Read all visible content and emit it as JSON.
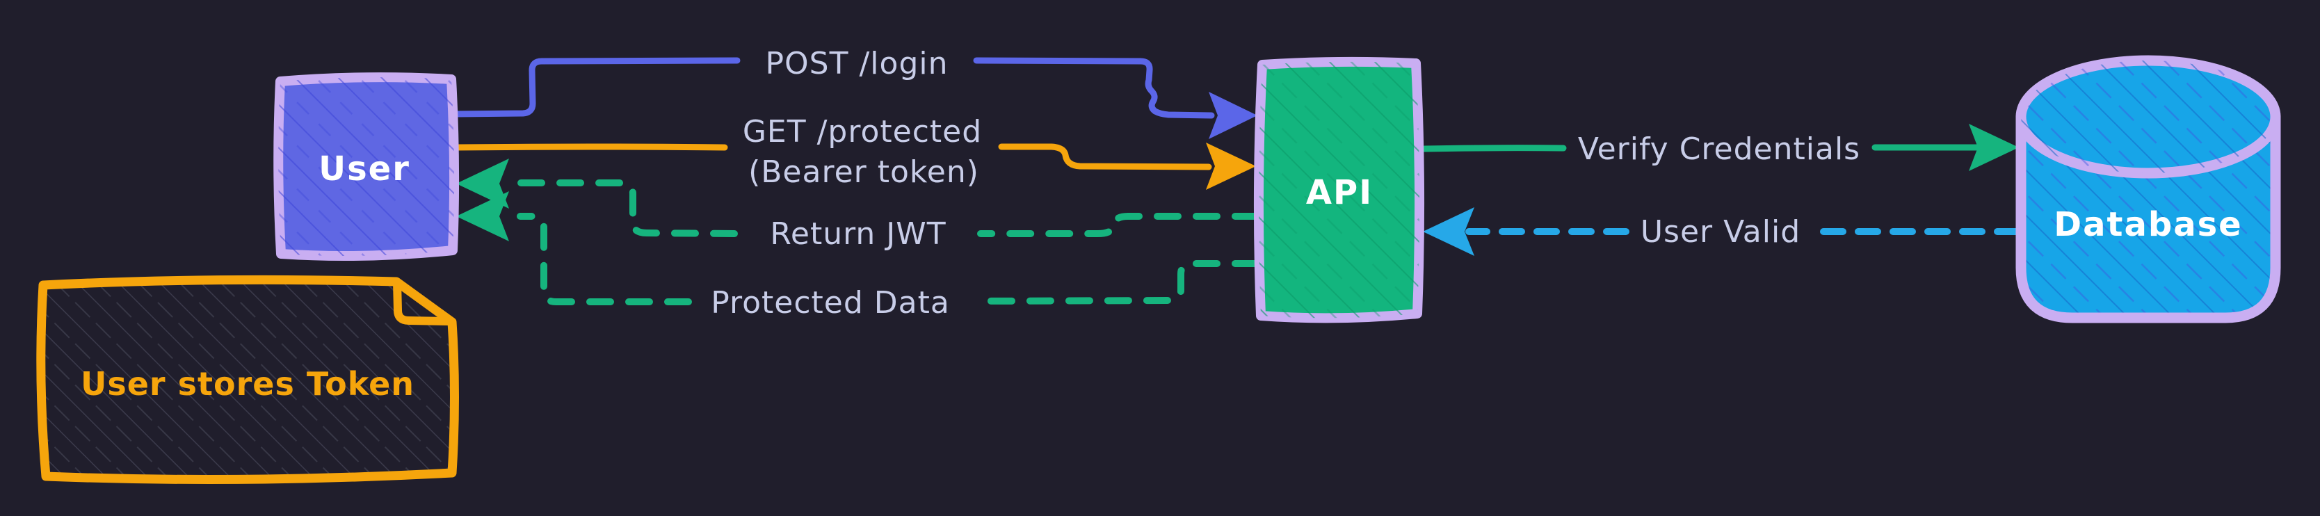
{
  "canvas": {
    "background": "#201e2c",
    "label_text_color": "#c8cde8"
  },
  "nodes": {
    "user": {
      "label": "User",
      "fill": "#5f67e3",
      "border": "#c9aef2",
      "text_color": "#ffffff"
    },
    "api": {
      "label": "API",
      "fill": "#13b57e",
      "border": "#c9aef2",
      "text_color": "#ffffff"
    },
    "database": {
      "label": "Database",
      "fill": "#17a5e8",
      "border": "#c9aef2",
      "text_color": "#ffffff"
    }
  },
  "edges": [
    {
      "id": "post-login",
      "label": "POST /login",
      "color": "#5b66e8",
      "line_style": "solid",
      "from": "User",
      "to": "API"
    },
    {
      "id": "get-protected",
      "label": "GET /protected",
      "sublabel": "(Bearer token)",
      "color": "#f6a50c",
      "line_style": "solid",
      "from": "User",
      "to": "API"
    },
    {
      "id": "return-jwt",
      "label": "Return JWT",
      "color": "#16b47e",
      "line_style": "dashed",
      "from": "API",
      "to": "User"
    },
    {
      "id": "protected-data",
      "label": "Protected Data",
      "color": "#16b47e",
      "line_style": "dashed",
      "from": "API",
      "to": "User"
    },
    {
      "id": "verify-credentials",
      "label": "Verify Credentials",
      "color": "#16b47e",
      "line_style": "solid",
      "from": "API",
      "to": "Database"
    },
    {
      "id": "user-valid",
      "label": "User Valid",
      "color": "#26a8e8",
      "line_style": "dashed",
      "from": "Database",
      "to": "API"
    }
  ],
  "note": {
    "label": "User stores Token",
    "color": "#f6a50c"
  }
}
